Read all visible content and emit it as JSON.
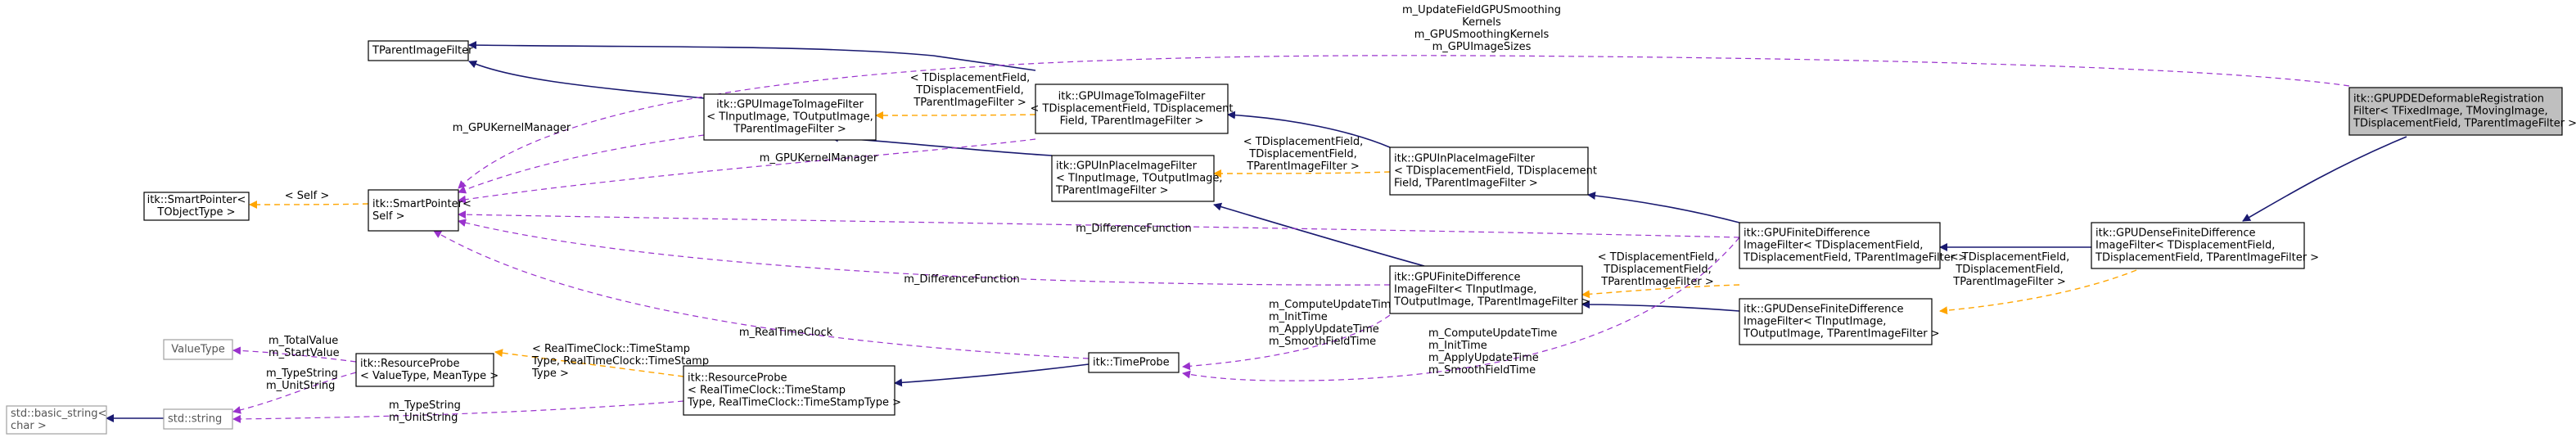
{
  "nodes": {
    "tparent": [
      "TParentImageFilter"
    ],
    "pde": [
      "itk::GPUPDEDeformableRegistration",
      "Filter< TFixedImage, TMovingImage,",
      "TDisplacementField, TParentImageFilter >"
    ],
    "smartptr_tobj": [
      "itk::SmartPointer<",
      "TObjectType >"
    ],
    "smartptr_self": [
      "itk::SmartPointer<",
      "Self >"
    ],
    "gpu_i2i_t": [
      "itk::GPUImageToImageFilter",
      "< TInputImage, TOutputImage,",
      "TParentImageFilter >"
    ],
    "gpu_i2i_d": [
      "itk::GPUImageToImageFilter",
      "< TDisplacementField, TDisplacement",
      "Field, TParentImageFilter >"
    ],
    "gpu_inplace_t": [
      "itk::GPUInPlaceImageFilter",
      "< TInputImage, TOutputImage,",
      "TParentImageFilter >"
    ],
    "gpu_inplace_d": [
      "itk::GPUInPlaceImageFilter",
      "< TDisplacementField, TDisplacement",
      "Field, TParentImageFilter >"
    ],
    "gpu_fd_d": [
      "itk::GPUFiniteDifference",
      "ImageFilter< TDisplacementField,",
      "TDisplacementField, TParentImageFilter >"
    ],
    "gpu_dense_d": [
      "itk::GPUDenseFiniteDifference",
      "ImageFilter< TDisplacementField,",
      "TDisplacementField, TParentImageFilter >"
    ],
    "gpu_fd_t": [
      "itk::GPUFiniteDifference",
      "ImageFilter< TInputImage,",
      "TOutputImage, TParentImageFilter >"
    ],
    "gpu_dense_t": [
      "itk::GPUDenseFiniteDifference",
      "ImageFilter< TInputImage,",
      "TOutputImage, TParentImageFilter >"
    ],
    "valuetype": [
      "ValueType"
    ],
    "resource_vm": [
      "itk::ResourceProbe",
      "< ValueType, MeanType >"
    ],
    "resource_rt": [
      "itk::ResourceProbe",
      "< RealTimeClock::TimeStamp",
      "Type, RealTimeClock::TimeStampType >"
    ],
    "timeprobe": [
      "itk::TimeProbe"
    ],
    "stdstring": [
      "std::string"
    ],
    "basic_string": [
      "std::basic_string<",
      "char >"
    ]
  },
  "edge_labels": {
    "kernels": [
      "m_UpdateFieldGPUSmoothing",
      "Kernels",
      "m_GPUSmoothingKernels",
      "m_GPUImageSizes"
    ],
    "kernel_mgr_1": [
      "m_GPUKernelManager"
    ],
    "kernel_mgr_2": [
      "m_GPUKernelManager"
    ],
    "self_tmpl": [
      "< Self >"
    ],
    "tmpl_i2i": [
      "< TDisplacementField,",
      "TDisplacementField,",
      "TParentImageFilter >"
    ],
    "tmpl_inplace": [
      "< TDisplacementField,",
      "TDisplacementField,",
      "TParentImageFilter >"
    ],
    "tmpl_fd": [
      "< TDisplacementField,",
      "TDisplacementField,",
      "TParentImageFilter >"
    ],
    "tmpl_dense": [
      "< TDisplacementField,",
      "TDisplacementField,",
      "TParentImageFilter >"
    ],
    "diff_fn_1": [
      "m_DifferenceFunction"
    ],
    "diff_fn_2": [
      "m_DifferenceFunction"
    ],
    "real_time_clock": [
      "m_RealTimeClock"
    ],
    "total_start": [
      "m_TotalValue",
      "m_StartValue"
    ],
    "type_unit_1": [
      "m_TypeString",
      "m_UnitString"
    ],
    "type_unit_2": [
      "m_TypeString",
      "m_UnitString"
    ],
    "tmpl_rt": [
      "< RealTimeClock::TimeStamp",
      "Type, RealTimeClock::TimeStamp",
      "Type >"
    ],
    "times_1": [
      "m_ComputeUpdateTime",
      "m_InitTime",
      "m_ApplyUpdateTime",
      "m_SmoothFieldTime"
    ],
    "times_2": [
      "m_ComputeUpdateTime",
      "m_InitTime",
      "m_ApplyUpdateTime",
      "m_SmoothFieldTime"
    ]
  },
  "colors": {
    "inheritance": "#191970",
    "usage": "#9a32cd",
    "template": "#ffa500",
    "selected_fill": "#bfbfbf"
  }
}
